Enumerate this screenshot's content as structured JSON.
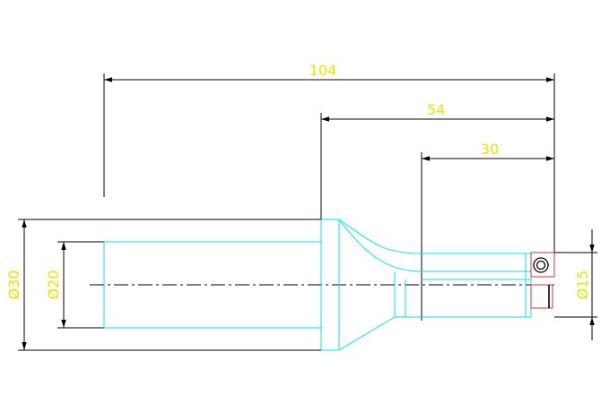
{
  "colors": {
    "background": "#ffffff",
    "outline": "#000000",
    "body": "#00e5ee",
    "centerline": "#000000",
    "insert_red": "#e03030",
    "dimension_text": "#e6e600"
  },
  "dimensions": {
    "overall_length": "104",
    "flute_length": "54",
    "tip_length": "30",
    "shank_diameter": "Ø30",
    "shank_inner_diameter": "Ø20",
    "drill_diameter": "Ø15"
  }
}
